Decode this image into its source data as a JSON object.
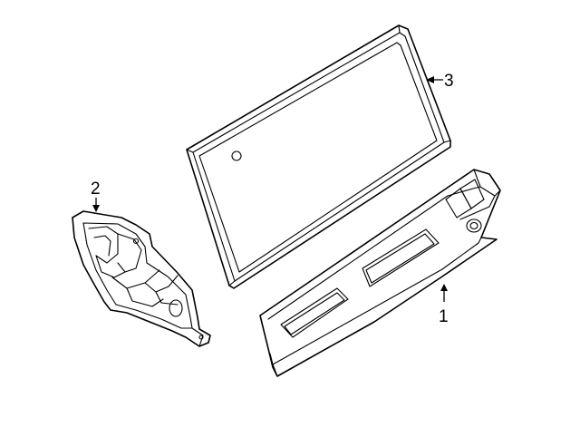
{
  "diagram": {
    "callouts": [
      {
        "id": "part-1",
        "label": "1"
      },
      {
        "id": "part-2",
        "label": "2"
      },
      {
        "id": "part-3",
        "label": "3"
      }
    ]
  }
}
